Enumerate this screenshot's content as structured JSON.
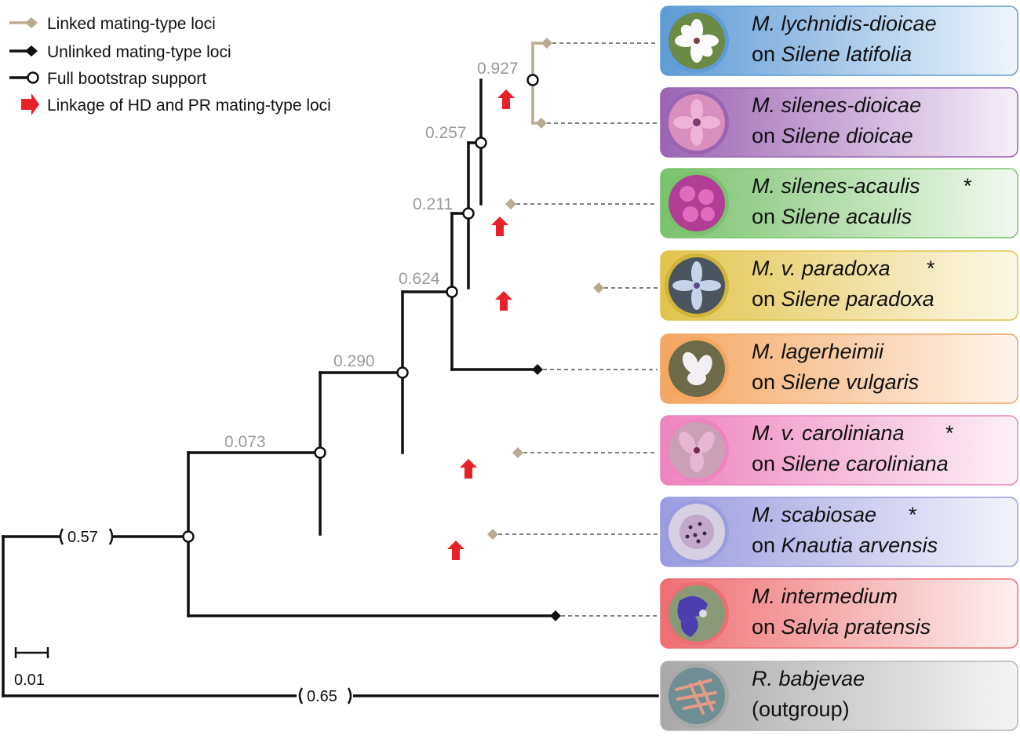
{
  "legend": [
    {
      "label": "Linked mating-type loci",
      "color": "#b9ab90",
      "marker": "diamond"
    },
    {
      "label": "Unlinked mating-type loci",
      "color": "#111111",
      "marker": "diamond"
    },
    {
      "label": "Full bootstrap support",
      "color": "#111111",
      "marker": "open-circle"
    },
    {
      "label": "Linkage of HD and PR mating-type loci",
      "color": "#e8202a",
      "marker": "red-arrow"
    }
  ],
  "support_values": [
    "0.927",
    "0.257",
    "0.211",
    "0.624",
    "0.290",
    "0.073"
  ],
  "branch_breaks": [
    "0.57",
    "0.65"
  ],
  "scale_bar": "0.01",
  "taxa": [
    {
      "line1": "M. lychnidis-dioicae",
      "prefix": "on ",
      "host": "Silene latifolia",
      "asterisk": false,
      "color": "#5f9bd6",
      "locus": "linked"
    },
    {
      "line1": "M. silenes-dioicae",
      "prefix": "on ",
      "host": "Silene dioicae",
      "asterisk": false,
      "color": "#9b64b3",
      "locus": "linked"
    },
    {
      "line1": "M. silenes-acaulis",
      "prefix": "on ",
      "host": "Silene acaulis",
      "asterisk": true,
      "color": "#79c26c",
      "locus": "linked"
    },
    {
      "line1": "M. v. paradoxa",
      "prefix": "on ",
      "host": "Silene paradoxa",
      "asterisk": true,
      "color": "#e1c44c",
      "locus": "linked"
    },
    {
      "line1": "M. lagerheimii",
      "prefix": "on ",
      "host": "Silene vulgaris",
      "asterisk": false,
      "color": "#f4a661",
      "locus": "unlinked"
    },
    {
      "line1": "M. v. caroliniana",
      "prefix": "on ",
      "host": "Silene caroliniana",
      "asterisk": true,
      "color": "#ee84bd",
      "locus": "linked"
    },
    {
      "line1": "M. scabiosae",
      "prefix": "on ",
      "host": "Knautia arvensis",
      "asterisk": true,
      "color": "#9b9ce0",
      "locus": "linked"
    },
    {
      "line1": "M. intermedium",
      "prefix": "on ",
      "host": "Salvia pratensis",
      "asterisk": false,
      "color": "#ee6f72",
      "locus": "unlinked"
    },
    {
      "line1": "R. babjevae",
      "prefix": "",
      "host": "(outgroup)",
      "asterisk": false,
      "color": "#a8a8a8",
      "locus": "outgroup"
    }
  ],
  "asterisk_mark": "*"
}
